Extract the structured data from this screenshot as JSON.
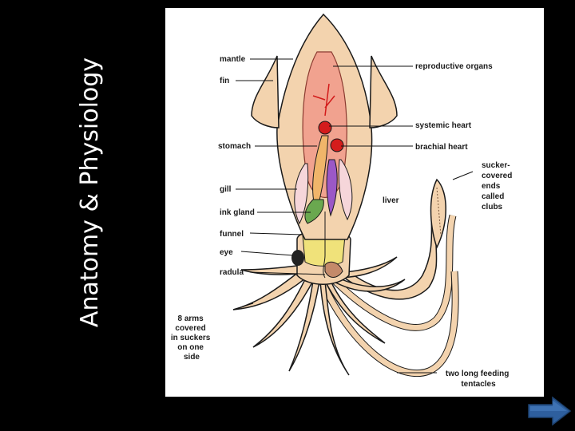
{
  "slide": {
    "title": "Anatomy & Physiology"
  },
  "diagram": {
    "labels": {
      "mantle": "mantle",
      "fin": "fin",
      "stomach": "stomach",
      "gill": "gill",
      "ink_gland": "ink gland",
      "funnel": "funnel",
      "eye": "eye",
      "radula": "radula",
      "arms": [
        "8 arms",
        "covered",
        "in suckers",
        "on one",
        "side"
      ],
      "reproductive_organs": "reproductive organs",
      "systemic_heart": "systemic heart",
      "brachial_heart": "brachial heart",
      "liver": "liver",
      "sucker_ends": [
        "sucker-",
        "covered",
        "ends",
        "called",
        "clubs"
      ],
      "tentacles": [
        "two long feeding",
        "tentacles"
      ]
    }
  },
  "navigation": {
    "next_icon": "right-arrow-icon",
    "accent": "#2e5f9e"
  }
}
